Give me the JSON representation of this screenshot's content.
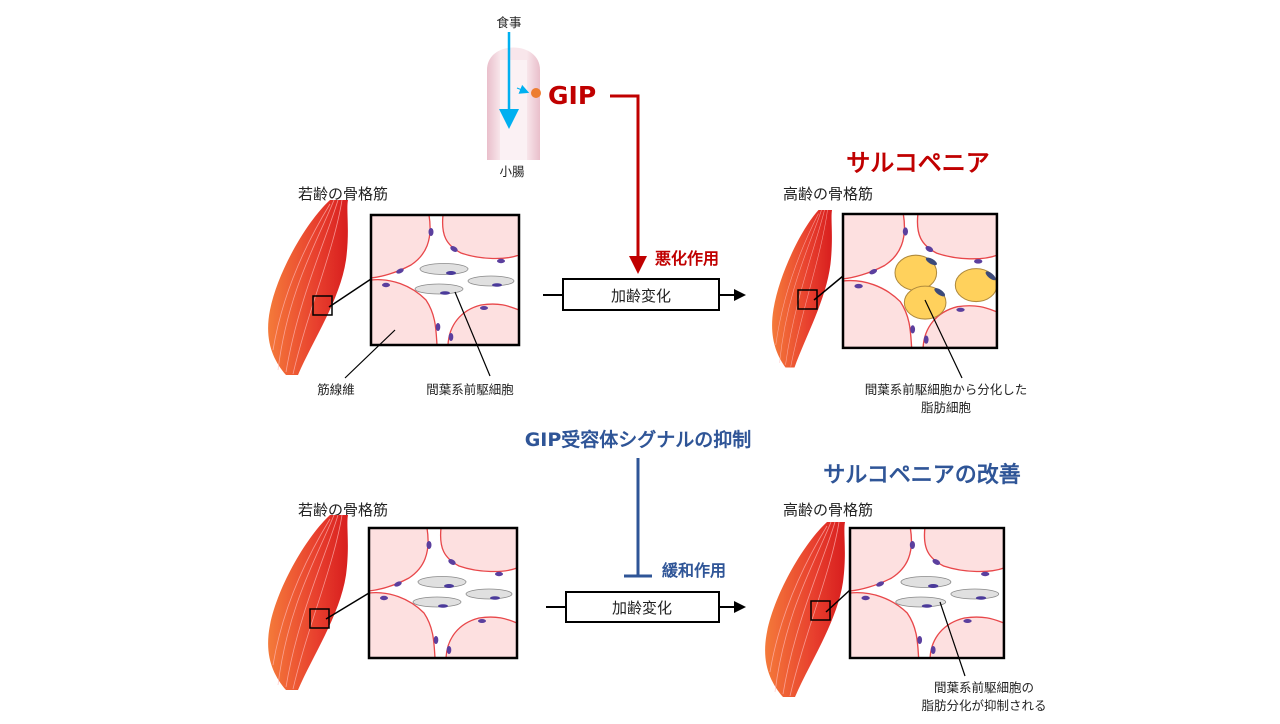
{
  "colors": {
    "red": "#C00000",
    "blue": "#2F5597",
    "arrow_blue": "#00B0F0",
    "fiber": "#FDE0E0",
    "fiber_edge": "#E8474A",
    "nucleus": "#5B3F9E",
    "adipocyte": "#FFD15C"
  },
  "top": {
    "meal": "食事",
    "small_intestine": "小腸",
    "gip": "GIP",
    "sarcopenia": "サルコペニア",
    "young_muscle": "若齢の骨格筋",
    "old_muscle": "高齢の骨格筋",
    "aging": "加齢変化",
    "worsening": "悪化作用",
    "muscle_fiber": "筋線維",
    "progenitor": "間葉系前駆細胞",
    "adipocyte_line1": "間葉系前駆細胞から分化した",
    "adipocyte_line2": "脂肪細胞"
  },
  "bottom": {
    "inhibition": "GIP受容体シグナルの抑制",
    "improvement": "サルコペニアの改善",
    "young_muscle": "若齢の骨格筋",
    "old_muscle": "高齢の骨格筋",
    "aging": "加齢変化",
    "mitigation": "緩和作用",
    "result_line1": "間葉系前駆細胞の",
    "result_line2": "脂肪分化が抑制される"
  }
}
